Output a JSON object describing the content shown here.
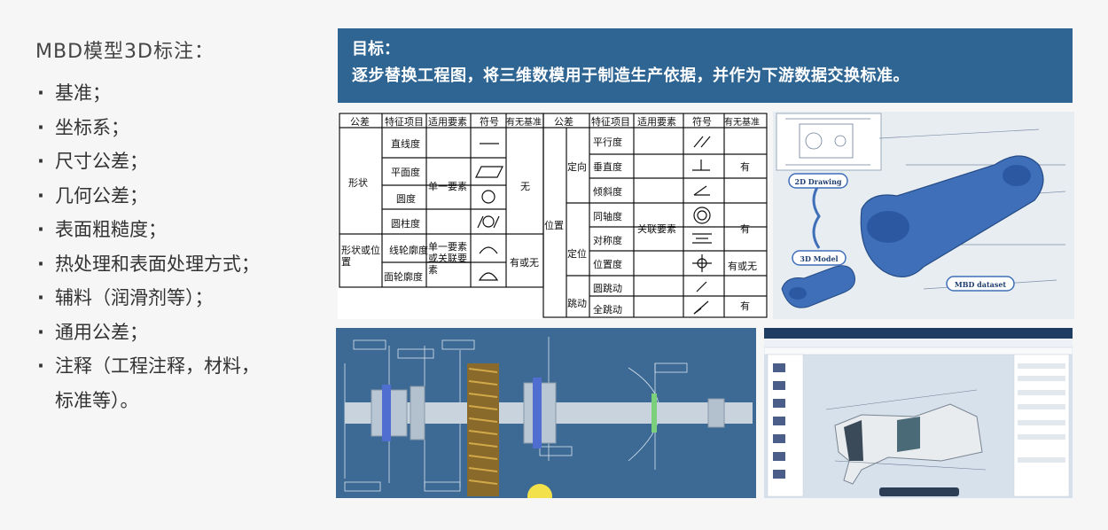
{
  "left": {
    "title": "MBD模型3D标注：",
    "items": [
      "基准；",
      "坐标系；",
      "尺寸公差；",
      "几何公差；",
      "表面粗糙度；",
      "热处理和表面处理方式；",
      "辅料（润滑剂等）；",
      "通用公差；",
      "注释（工程注释，材料，",
      "标准等）。"
    ]
  },
  "banner": {
    "line1": "目标：",
    "line2": "逐步替换工程图，将三维数模用于制造生产依据，并作为下游数据交换标准。"
  },
  "table_left": {
    "headers": [
      "公差",
      "特征项目",
      "适用要素",
      "符号",
      "有无基准"
    ],
    "group1": "形状",
    "group2": "形状或位置",
    "features": [
      "直线度",
      "平面度",
      "圆度",
      "圆柱度",
      "轮廓度",
      "轮廓度"
    ],
    "line_label": "线",
    "face_label": "面",
    "elem1": "单一要素",
    "elem2": "单一要素或关联要素",
    "datum1": "无",
    "datum2": "有或无"
  },
  "table_right": {
    "headers": [
      "公差",
      "特征项目",
      "适用要素",
      "符号",
      "有无基准"
    ],
    "group": "位置",
    "sub1": "定向",
    "sub2": "定位",
    "sub3": "跳动",
    "features": [
      "平行度",
      "垂直度",
      "倾斜度",
      "同轴度",
      "对称度",
      "位置度",
      "圆跳动",
      "全跳动"
    ],
    "elem": "关联要素",
    "datum_a": "有",
    "datum_b": "有",
    "datum_c": "有或无",
    "datum_d": "有"
  },
  "img3d": {
    "label_2d": "2D Drawing",
    "label_3d": "3D Model",
    "label_mbd": "MBD dataset"
  },
  "colors": {
    "banner": "#2f6593",
    "model_blue": "#3f6fb8",
    "shaft_bg": "#3d6a94"
  }
}
